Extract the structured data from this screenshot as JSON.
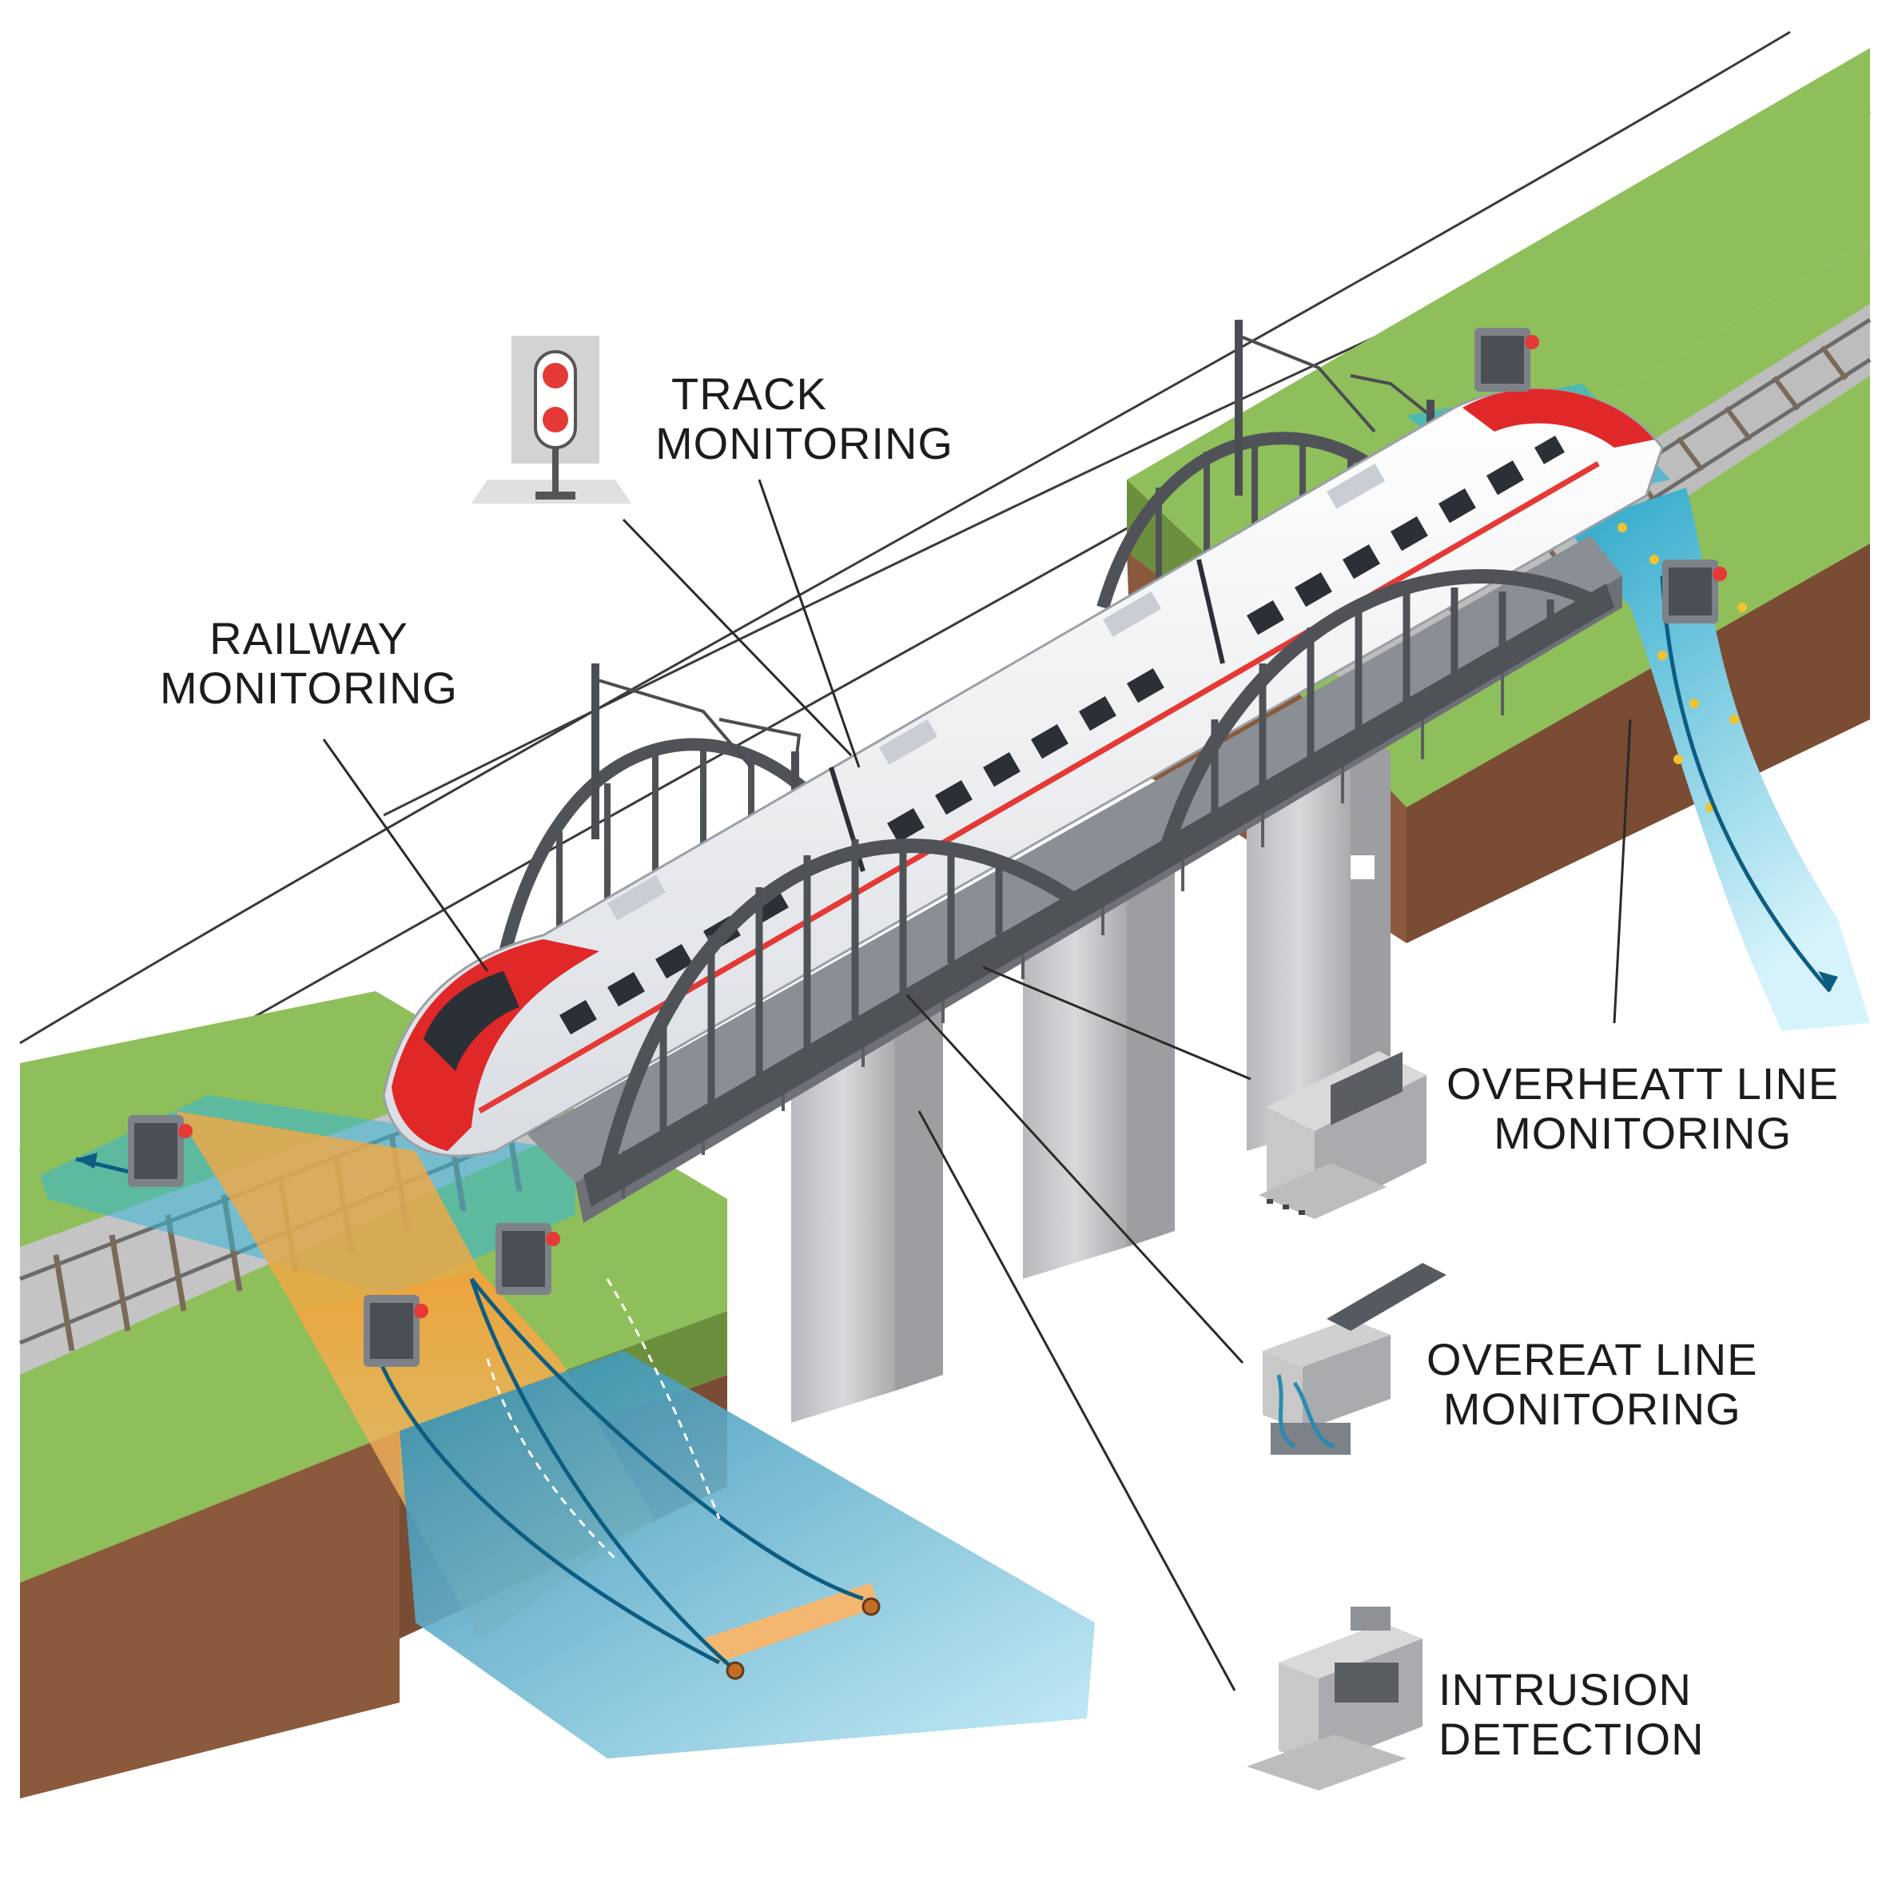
{
  "labels": {
    "track": {
      "line1": "TRACK",
      "line2": "MONITORING"
    },
    "railway": {
      "line1": "RAILWAY",
      "line2": "MONITORING"
    },
    "overheatt": {
      "line1": "OVERHEATT LINE",
      "line2": "MONITORING"
    },
    "overeat": {
      "line1": "OVEREAT LINE",
      "line2": "MONITORING"
    },
    "intrusion": {
      "line1": "INTRUSION",
      "line2": "DETECTION"
    }
  },
  "colors": {
    "grass": "#8fbf5a",
    "soil": "#8b5a3c",
    "train_red": "#e02828",
    "bridge_steel": "#555a60",
    "pier": "#c8c8c8",
    "water": "#49c6e6",
    "zone_orange": "#f4a742",
    "signal_red": "#e53935"
  }
}
